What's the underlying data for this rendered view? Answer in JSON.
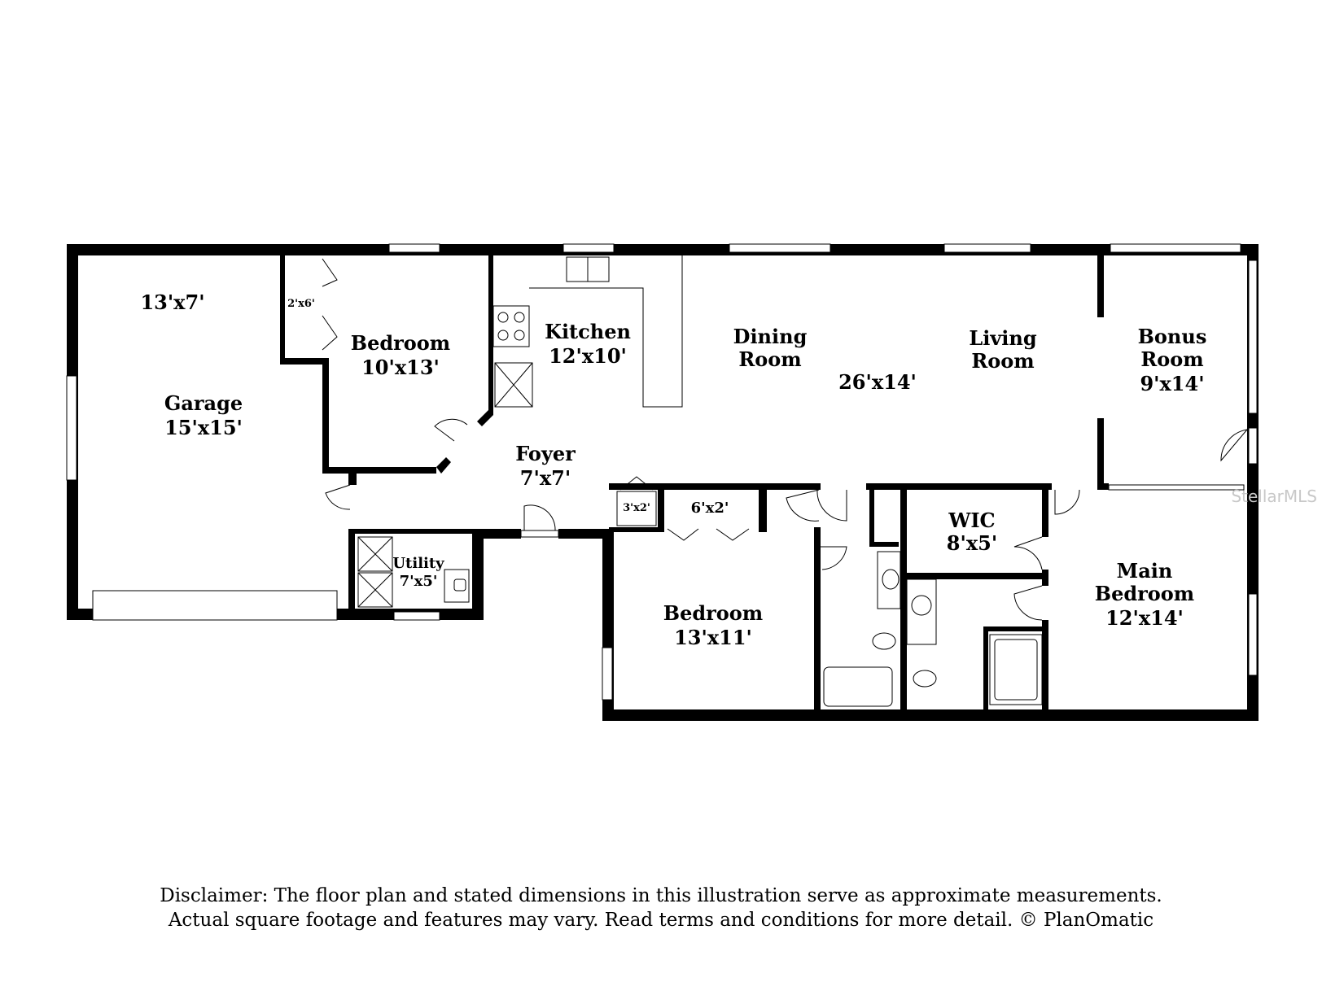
{
  "rooms": {
    "garage_top_dim": "13'x7'",
    "garage_name": "Garage",
    "garage_dim": "15'x15'",
    "closet_2x6": "2'x6'",
    "bedroom1_name": "Bedroom",
    "bedroom1_dim": "10'x13'",
    "kitchen_name": "Kitchen",
    "kitchen_dim": "12'x10'",
    "dining_line1": "Dining",
    "dining_line2": "Room",
    "living_line1": "Living",
    "living_line2": "Room",
    "great_room_dim": "26'x14'",
    "bonus_line1": "Bonus",
    "bonus_line2": "Room",
    "bonus_dim": "9'x14'",
    "foyer_name": "Foyer",
    "foyer_dim": "7'x7'",
    "closet_3x2": "3'x2'",
    "closet_6x2": "6'x2'",
    "utility_name": "Utility",
    "utility_dim": "7'x5'",
    "bedroom2_name": "Bedroom",
    "bedroom2_dim": "13'x11'",
    "wic_name": "WIC",
    "wic_dim": "8'x5'",
    "main_line1": "Main",
    "main_line2": "Bedroom",
    "main_dim": "12'x14'"
  },
  "disclaimer": {
    "line1": "Disclaimer: The floor plan and stated dimensions in this illustration serve as approximate measurements.",
    "line2": "Actual square footage and features may vary. Read terms and conditions for more detail. © PlanOmatic"
  },
  "watermark": "StellarMLS"
}
